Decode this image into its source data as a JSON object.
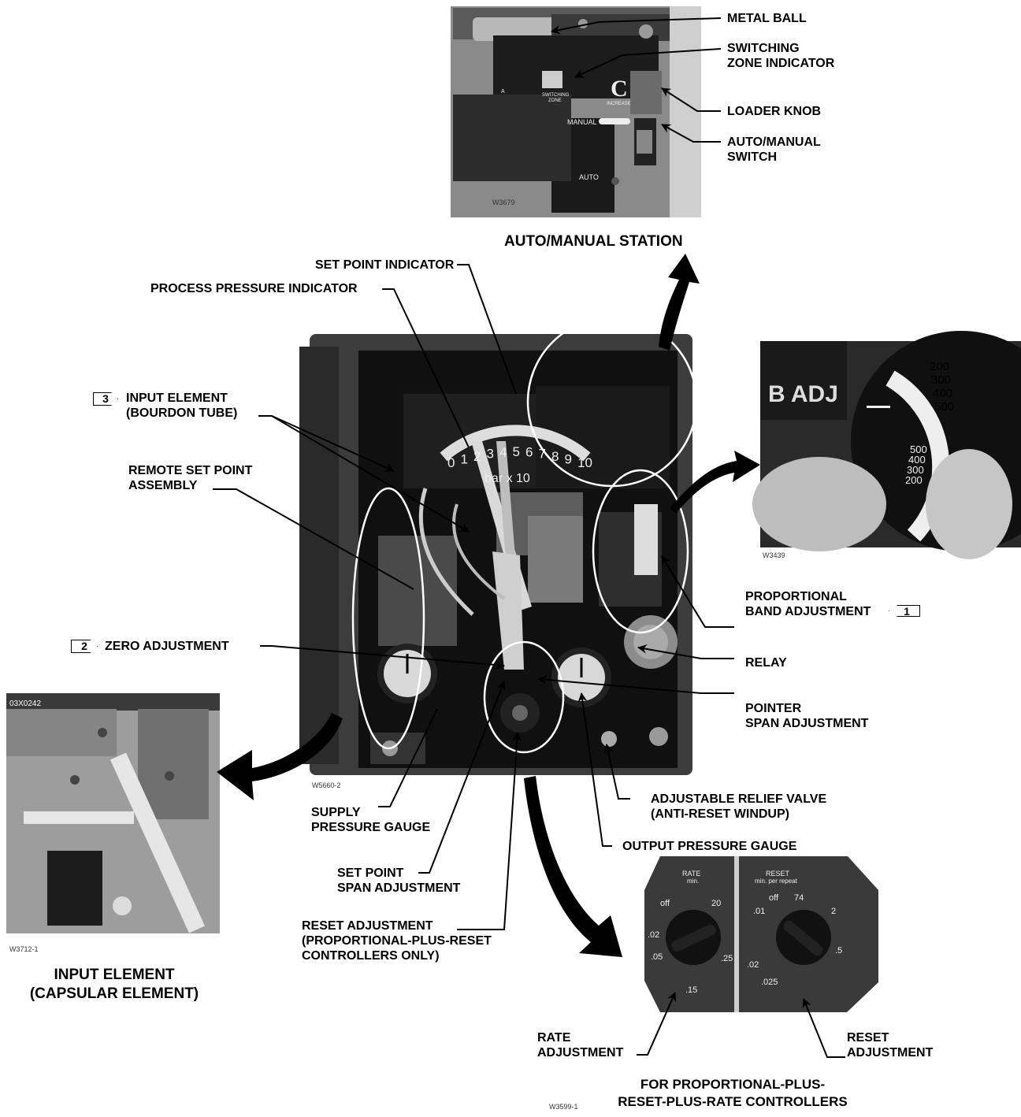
{
  "labels": {
    "metal_ball": "METAL BALL",
    "switching_zone_indicator": "SWITCHING\nZONE INDICATOR",
    "loader_knob": "LOADER KNOB",
    "auto_manual_switch": "AUTO/MANUAL\nSWITCH",
    "set_point_indicator": "SET POINT INDICATOR",
    "process_pressure_indicator": "PROCESS PRESSURE INDICATOR",
    "input_element": "INPUT ELEMENT\n(BOURDON TUBE)",
    "remote_set_point": "REMOTE SET POINT\nASSEMBLY",
    "zero_adjustment": "ZERO ADJUSTMENT",
    "proportional_band": "PROPORTIONAL\nBAND ADJUSTMENT",
    "relay": "RELAY",
    "pointer_span": "POINTER\nSPAN ADJUSTMENT",
    "relief_valve": "ADJUSTABLE RELIEF VALVE\n(ANTI-RESET WINDUP)",
    "output_gauge": "OUTPUT PRESSURE GAUGE",
    "supply_gauge": "SUPPLY\nPRESSURE GAUGE",
    "set_point_span": "SET POINT\nSPAN ADJUSTMENT",
    "reset_adjustment_main": "RESET ADJUSTMENT\n(PROPORTIONAL-PLUS-RESET\nCONTROLLERS ONLY)",
    "rate_adjustment": "RATE\nADJUSTMENT",
    "reset_adjustment": "RESET\nADJUSTMENT"
  },
  "notes": {
    "n1": "1",
    "n2": "2",
    "n3": "3"
  },
  "captions": {
    "auto_manual_station": "AUTO/MANUAL STATION",
    "capsular": "INPUT ELEMENT\n(CAPSULAR ELEMENT)",
    "rate_controllers": "FOR PROPORTIONAL-PLUS-\nRESET-PLUS-RATE CONTROLLERS"
  },
  "codes": {
    "w3679": "W3679",
    "w5660": "W5660-2",
    "w3439": "W3439",
    "w3712": "W3712-1",
    "w3599": "W3599-1",
    "capsule_tag": "03X0242"
  },
  "photo_text": {
    "switching_zone": "SWITCHING\nZONE",
    "increase": "INCREASE",
    "manual": "MANUAL",
    "auto": "AUTO",
    "a": "A",
    "scale_unit": "bar  x 10",
    "scale_numbers": [
      "0",
      "1",
      "2",
      "3",
      "4",
      "5",
      "6",
      "7",
      "8",
      "9",
      "10"
    ],
    "adj": "B ADJ",
    "dial_top": [
      "200",
      "300",
      "400",
      "500"
    ],
    "dial_bottom": [
      "500",
      "400",
      "300",
      "200"
    ],
    "rate_title": "RATE",
    "rate_unit": "min.",
    "reset_title": "RESET",
    "reset_unit": "min. per repeat",
    "rate_scale": [
      "off",
      "20",
      ".02",
      ".05",
      ".25",
      ".15"
    ],
    "reset_scale": [
      "off",
      "74",
      ".01",
      "2",
      ".02",
      ".5",
      ".025"
    ]
  }
}
